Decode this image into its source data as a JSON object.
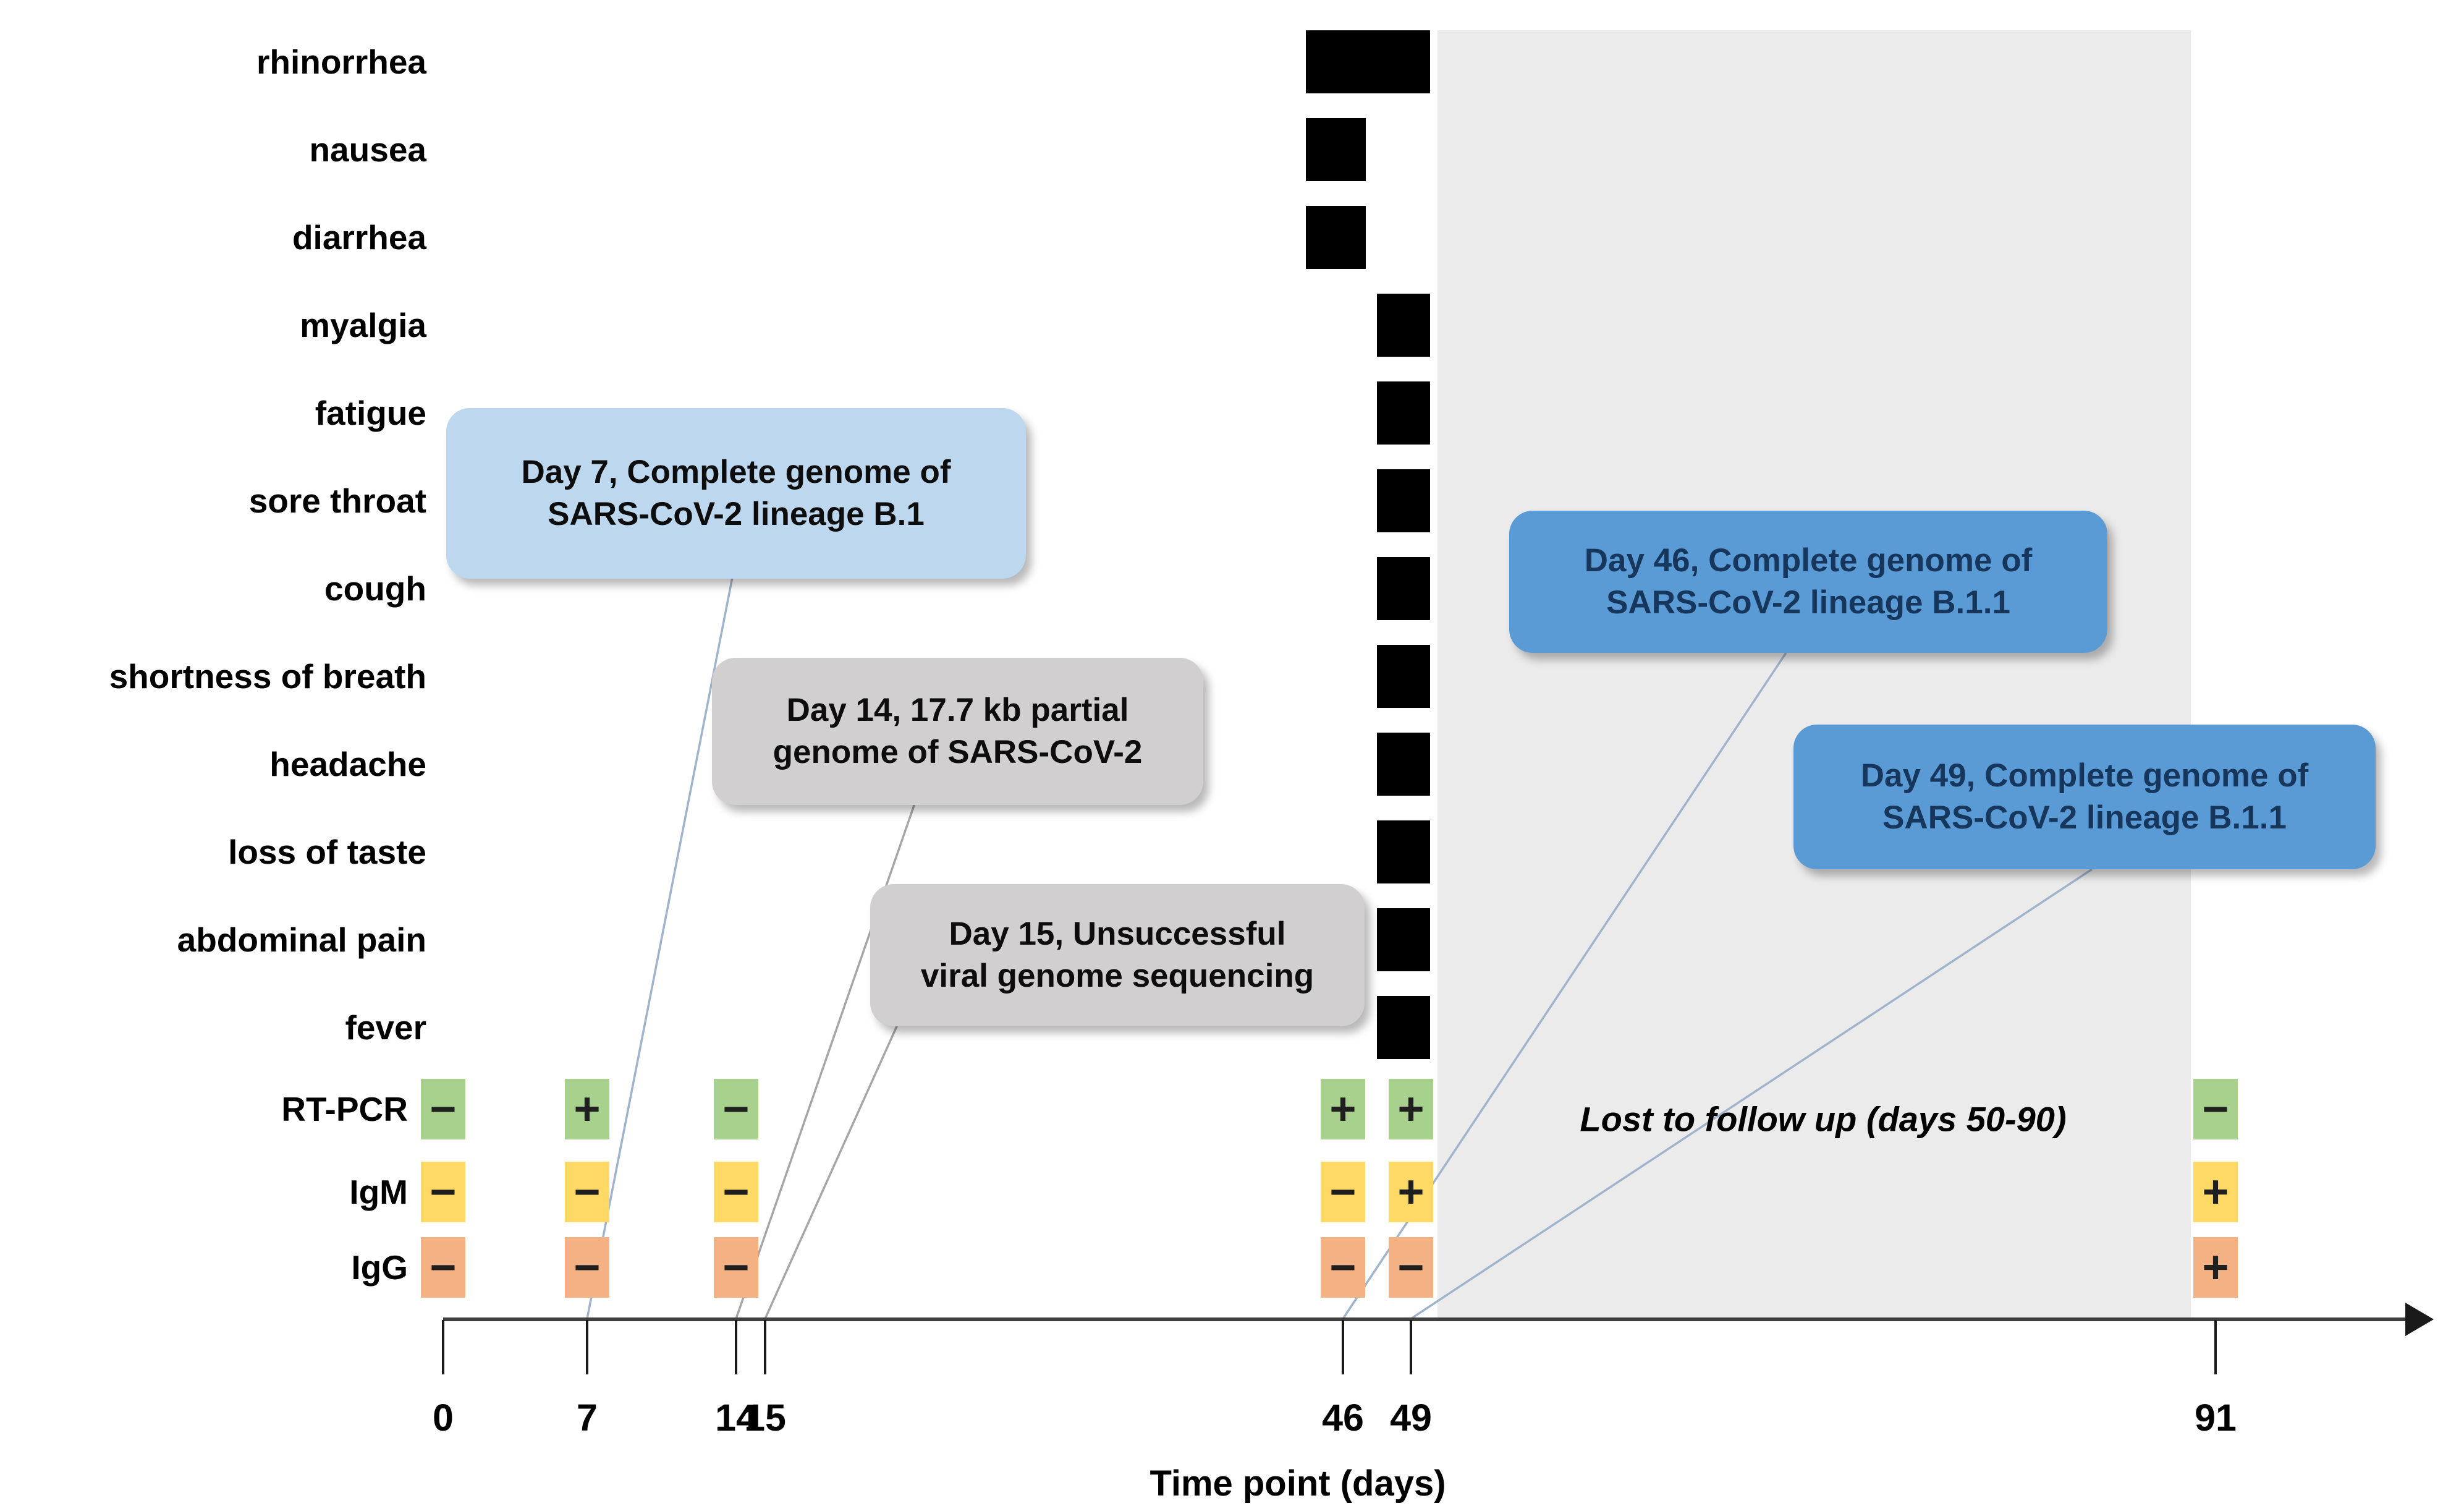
{
  "chart_data": {
    "type": "timeline",
    "xlabel": "Time point (days)",
    "x_ticks": [
      0,
      7,
      14,
      15,
      46,
      49,
      91
    ],
    "axis_range_days": [
      0,
      100
    ],
    "symptom_rows": [
      {
        "label": "rhinorrhea",
        "bar": {
          "day_start": 44,
          "day_end": 50
        }
      },
      {
        "label": "nausea",
        "bar": {
          "day_start": 44,
          "day_end": 47
        }
      },
      {
        "label": "diarrhea",
        "bar": {
          "day_start": 44,
          "day_end": 47
        }
      },
      {
        "label": "myalgia",
        "bar": {
          "day_start": 47.5,
          "day_end": 50
        }
      },
      {
        "label": "fatigue",
        "bar": {
          "day_start": 47.5,
          "day_end": 50
        }
      },
      {
        "label": "sore throat",
        "bar": {
          "day_start": 47.5,
          "day_end": 50
        }
      },
      {
        "label": "cough",
        "bar": {
          "day_start": 47.5,
          "day_end": 50
        }
      },
      {
        "label": "shortness of breath",
        "bar": {
          "day_start": 47.5,
          "day_end": 50
        }
      },
      {
        "label": "headache",
        "bar": {
          "day_start": 47.5,
          "day_end": 50
        }
      },
      {
        "label": "loss of taste",
        "bar": {
          "day_start": 47.5,
          "day_end": 50
        }
      },
      {
        "label": "abdominal pain",
        "bar": {
          "day_start": 47.5,
          "day_end": 50
        }
      },
      {
        "label": "fever",
        "bar": {
          "day_start": 47.5,
          "day_end": 50
        }
      }
    ],
    "assay_days": [
      0,
      7,
      14,
      46,
      49,
      91
    ],
    "assay_rows": [
      {
        "label": "RT-PCR",
        "color": "#a9d18e",
        "results": {
          "0": "−",
          "7": "+",
          "14": "−",
          "46": "+",
          "49": "+",
          "91": "−"
        }
      },
      {
        "label": "IgM",
        "color": "#ffd966",
        "results": {
          "0": "−",
          "7": "−",
          "14": "−",
          "46": "−",
          "49": "+",
          "91": "+"
        }
      },
      {
        "label": "IgG",
        "color": "#f4b183",
        "results": {
          "0": "−",
          "7": "−",
          "14": "−",
          "46": "−",
          "49": "−",
          "91": "+"
        }
      }
    ],
    "lost_region": {
      "day_start": 50.4,
      "day_end": 89.7,
      "label": "Lost to follow up (days 50-90)",
      "fill": "#ebebeb"
    },
    "callouts": [
      {
        "id": "day7",
        "line1": "Day 7, Complete genome of",
        "line2": "SARS-CoV-2 lineage B.1",
        "fill": "#bdd7ee",
        "text_color": "#0d0d0d",
        "target_day": 7
      },
      {
        "id": "day14",
        "line1": "Day 14, 17.7 kb partial",
        "line2": "genome of SARS-CoV-2",
        "fill": "#d1cfcf",
        "text_color": "#0d0d0d",
        "target_day": 14
      },
      {
        "id": "day15",
        "line1": "Day 15, Unsuccessful",
        "line2": "viral genome sequencing",
        "fill": "#d1cfcf",
        "text_color": "#0d0d0d",
        "target_day": 15
      },
      {
        "id": "day46",
        "line1": "Day 46, Complete genome of",
        "line2": "SARS-CoV-2 lineage B.1.1",
        "fill": "#5b9bd5",
        "text_color": "#16365c",
        "target_day": 46
      },
      {
        "id": "day49",
        "line1": "Day 49, Complete genome of",
        "line2": "SARS-CoV-2 lineage B.1.1",
        "fill": "#5b9bd5",
        "text_color": "#16365c",
        "target_day": 49
      }
    ],
    "legend_position": "none",
    "grid": false
  }
}
